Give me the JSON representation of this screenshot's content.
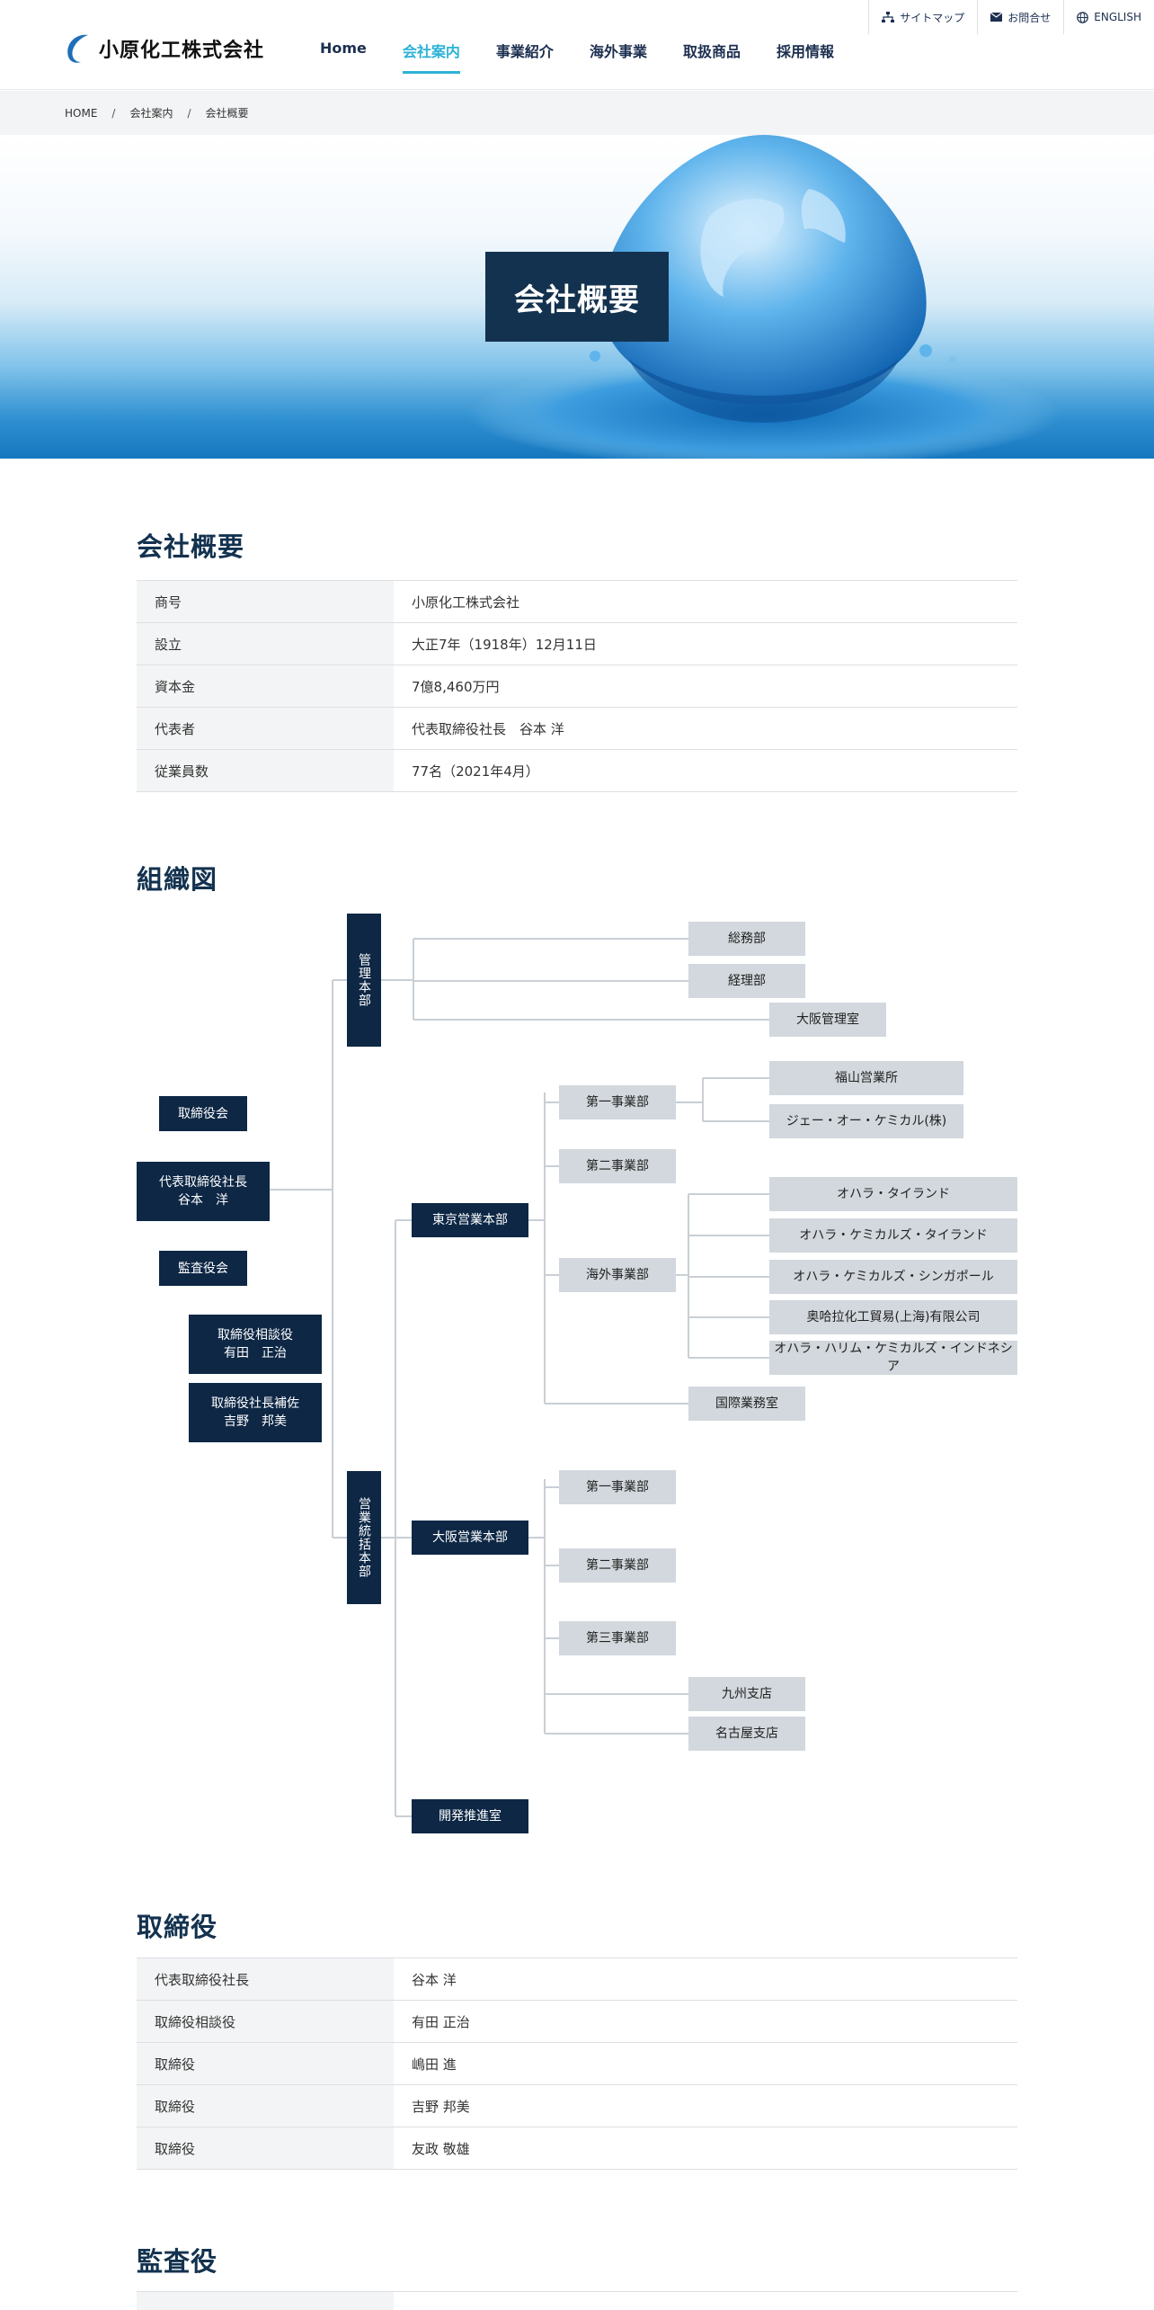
{
  "header": {
    "company_name": "小原化工株式会社",
    "nav": [
      "Home",
      "会社案内",
      "事業紹介",
      "海外事業",
      "取扱商品",
      "採用情報"
    ],
    "active_nav": "会社案内",
    "utility": {
      "sitemap": "サイトマップ",
      "contact": "お問合せ",
      "english": "ENGLISH"
    }
  },
  "breadcrumb": [
    "HOME",
    "会社案内",
    "会社概要"
  ],
  "hero": {
    "title": "会社概要"
  },
  "overview": {
    "title": "会社概要",
    "rows": [
      {
        "label": "商号",
        "value": "小原化工株式会社"
      },
      {
        "label": "設立",
        "value": "大正7年（1918年）12月11日"
      },
      {
        "label": "資本金",
        "value": "7億8,460万円"
      },
      {
        "label": "代表者",
        "value": "代表取締役社長　谷本 洋"
      },
      {
        "label": "従業員数",
        "value": "77名（2021年4月）"
      }
    ]
  },
  "org": {
    "title": "組織図",
    "kanri": "管理本部",
    "soumu": "総務部",
    "keiri": "経理部",
    "osaka_kanri": "大阪管理室",
    "torishimariyakukai": "取締役会",
    "president": "代表取締役社長\n谷本　洋",
    "kansayakukai": "監査役会",
    "sodanyaku": "取締役相談役\n有田　正治",
    "hosa": "取締役社長補佐\n吉野　邦美",
    "eigyo": "営業統括本部",
    "tokyo": "東京営業本部",
    "tokyo_dai1": "第一事業部",
    "fukuyama": "福山営業所",
    "jo_chemical": "ジェー・オー・ケミカル(株)",
    "tokyo_dai2": "第二事業部",
    "kaigai": "海外事業部",
    "ohara_thailand": "オハラ・タイランド",
    "ohara_chem_thailand": "オハラ・ケミカルズ・タイランド",
    "ohara_chem_singapore": "オハラ・ケミカルズ・シンガポール",
    "shanghai": "奥哈拉化工貿易(上海)有限公司",
    "indonesia": "オハラ・ハリム・ケミカルズ・インドネシア",
    "kokusai": "国際業務室",
    "osaka": "大阪営業本部",
    "osaka_dai1": "第一事業部",
    "osaka_dai2": "第二事業部",
    "osaka_dai3": "第三事業部",
    "kyushu": "九州支店",
    "nagoya": "名古屋支店",
    "kaihatsu": "開発推進室"
  },
  "directors": {
    "title": "取締役",
    "rows": [
      {
        "label": "代表取締役社長",
        "value": "谷本 洋"
      },
      {
        "label": "取締役相談役",
        "value": "有田 正治"
      },
      {
        "label": "取締役",
        "value": "嶋田 進"
      },
      {
        "label": "取締役",
        "value": "吉野 邦美"
      },
      {
        "label": "取締役",
        "value": "友政 敬雄"
      }
    ]
  },
  "auditors": {
    "title": "監査役"
  },
  "colors": {
    "navy": "#0d2745",
    "accent": "#2bb2d6",
    "gray_box": "#d2d8dd"
  }
}
